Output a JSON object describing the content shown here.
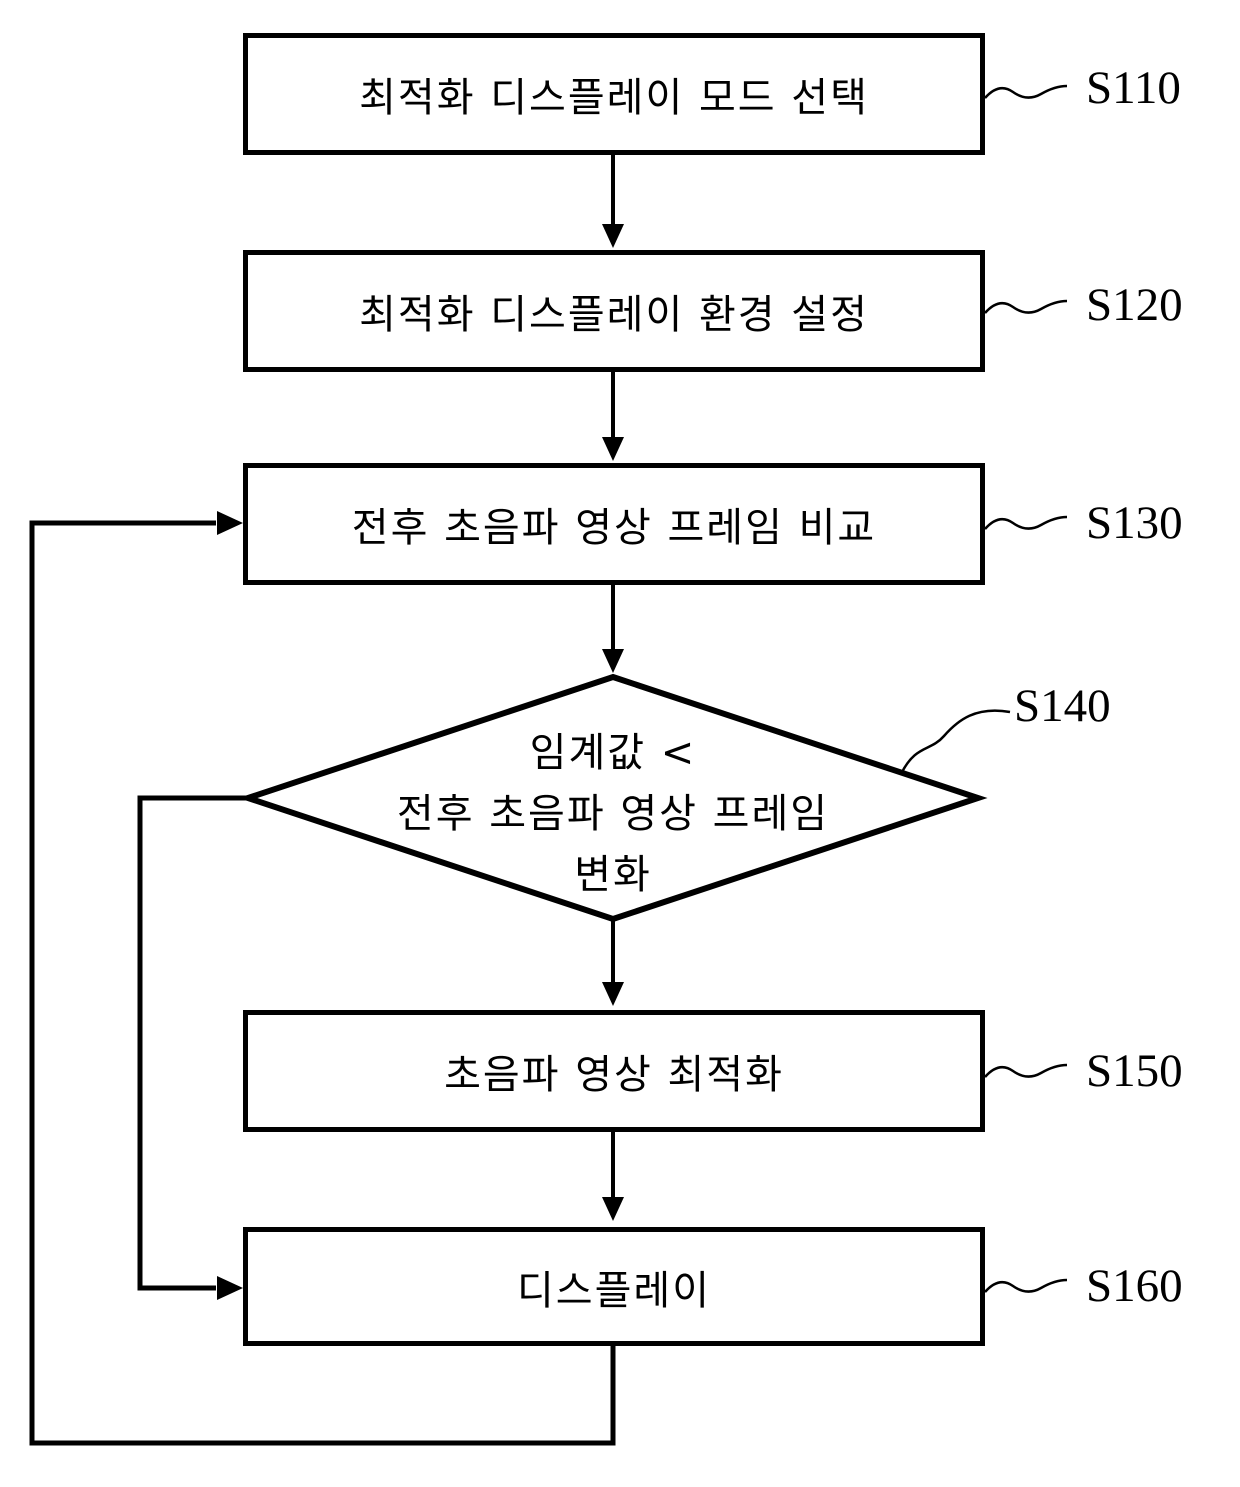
{
  "figure": {
    "kind": "flowchart",
    "background_color": "#ffffff",
    "ink_color": "#000000"
  },
  "steps": [
    {
      "id": "S110",
      "shape": "rect",
      "label": "최적화 디스플레이 모드 선택"
    },
    {
      "id": "S120",
      "shape": "rect",
      "label": "최적화 디스플레이 환경 설정"
    },
    {
      "id": "S130",
      "shape": "rect",
      "label": "전후 초음파 영상 프레임 비교"
    },
    {
      "id": "S140",
      "shape": "diamond",
      "label": "임계값 < 전후 초음파 영상 프레임 변화",
      "lines": [
        "임계값 <",
        "전후 초음파 영상 프레임",
        "변화"
      ]
    },
    {
      "id": "S150",
      "shape": "rect",
      "label": "초음파 영상 최적화"
    },
    {
      "id": "S160",
      "shape": "rect",
      "label": "디스플레이"
    }
  ],
  "edges": [
    {
      "from": "S110",
      "to": "S120"
    },
    {
      "from": "S120",
      "to": "S130"
    },
    {
      "from": "S130",
      "to": "S140"
    },
    {
      "from": "S140",
      "to": "S150"
    },
    {
      "from": "S140",
      "to": "S160"
    },
    {
      "from": "S150",
      "to": "S160"
    },
    {
      "from": "S160",
      "to": "S130"
    }
  ]
}
